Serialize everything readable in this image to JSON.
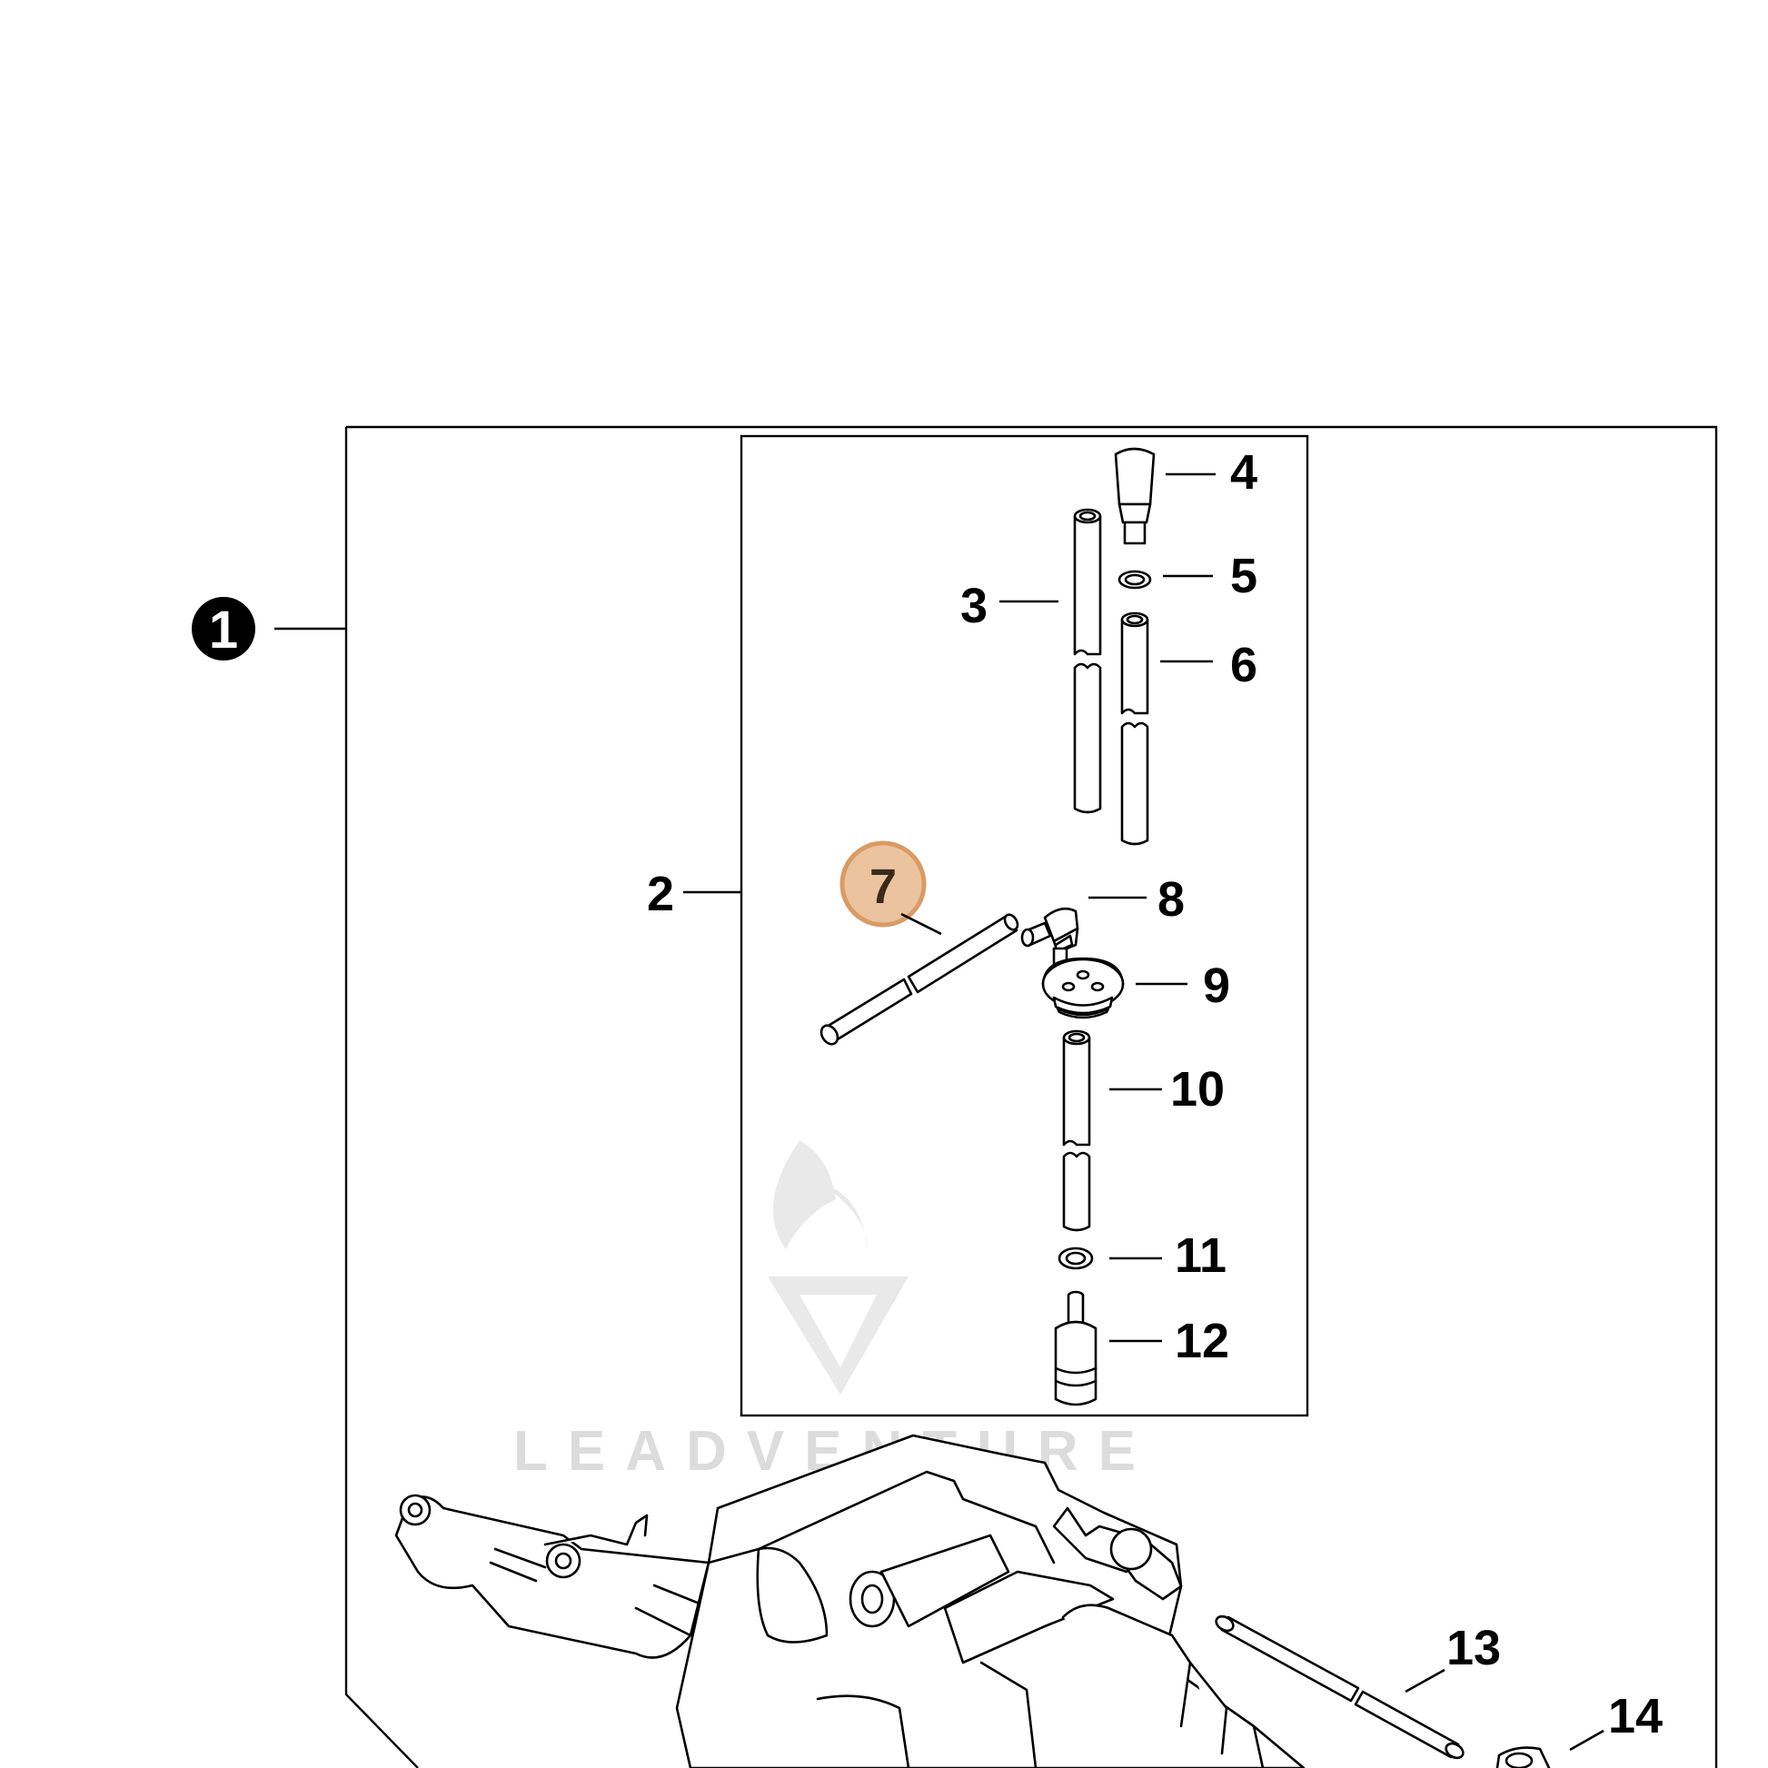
{
  "diagram": {
    "watermark_text": "LEADVENTURE",
    "highlight_color": "#e8b98f",
    "highlight_border": "#d48a4a",
    "assembly_badge": "1",
    "labels": {
      "l2": "2",
      "l3": "3",
      "l4": "4",
      "l5": "5",
      "l6": "6",
      "l7": "7",
      "l8": "8",
      "l9": "9",
      "l10": "10",
      "l11": "11",
      "l12": "12",
      "l13": "13",
      "l14": "14"
    },
    "highlighted_part": "7"
  }
}
